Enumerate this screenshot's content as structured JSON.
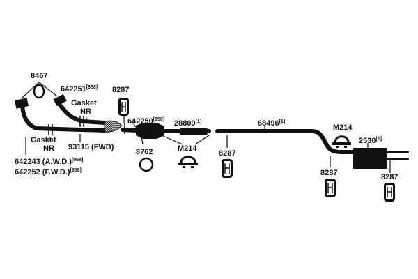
{
  "parts": {
    "gasket_ring": "8467",
    "front_pipe_awd_code": "642243",
    "front_pipe_awd_note": "(A.W.D.)",
    "front_pipe_awd_ref": "[958]",
    "front_pipe_fwd_code": "642252",
    "front_pipe_fwd_note": "(F.W.D.)",
    "front_pipe_fwd_ref": "[958]",
    "upper_pipe_code": "642251",
    "upper_pipe_ref": "[958]",
    "gasket_upper_name": "Gasket",
    "gasket_upper_note": "NR",
    "gasket_lower_name": "Gasket",
    "gasket_lower_note": "NR",
    "flex_pipe": "93115 (FWD)",
    "hanger_1": "8287",
    "converter_code": "642250",
    "converter_ref": "[958]",
    "ring_2": "8762",
    "resonator_code": "28809",
    "resonator_ref": "[1]",
    "clamp_1": "M214",
    "hanger_2": "8287",
    "tail_pipe_code": "68496",
    "tail_pipe_ref": "[1]",
    "clamp_2": "M214",
    "muffler_code": "2530",
    "muffler_ref": "[1]",
    "hanger_3": "8287",
    "hanger_4": "8287"
  },
  "colors": {
    "ink": "#111111",
    "background": "#ffffff"
  }
}
